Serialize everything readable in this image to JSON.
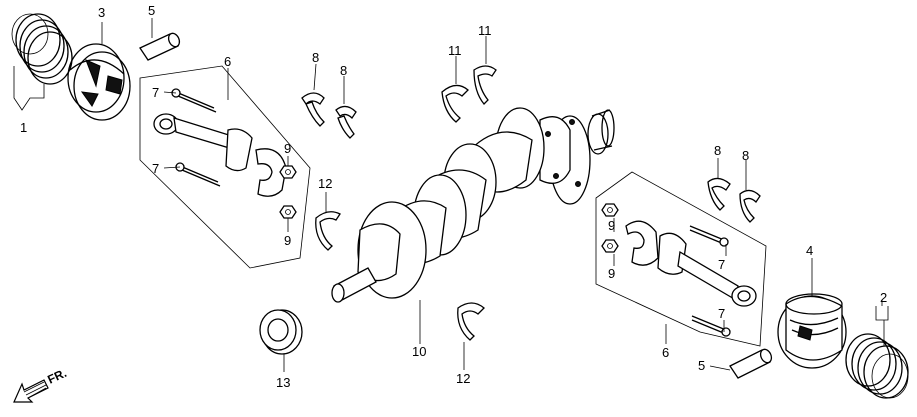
{
  "callouts": {
    "c1": "1",
    "c2": "2",
    "c3": "3",
    "c4": "4",
    "c5a": "5",
    "c5b": "5",
    "c6a": "6",
    "c6b": "6",
    "c7a": "7",
    "c7b": "7",
    "c7c": "7",
    "c7d": "7",
    "c8a": "8",
    "c8b": "8",
    "c8c": "8",
    "c8d": "8",
    "c9a": "9",
    "c9b": "9",
    "c9c": "9",
    "c9d": "9",
    "c10": "10",
    "c11a": "11",
    "c11b": "11",
    "c12a": "12",
    "c12b": "12",
    "c13": "13"
  },
  "direction_marker": {
    "label": "FR.",
    "icon": "front-direction-arrow-icon"
  }
}
